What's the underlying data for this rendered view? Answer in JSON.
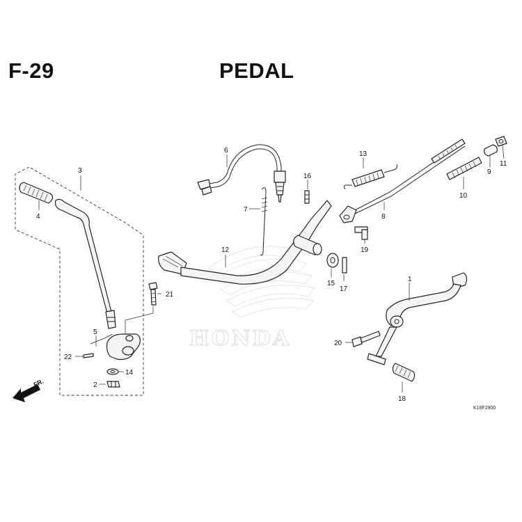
{
  "header": {
    "figure_code": "F-29",
    "title": "PEDAL"
  },
  "parts": [
    {
      "no": "1"
    },
    {
      "no": "2"
    },
    {
      "no": "3"
    },
    {
      "no": "4"
    },
    {
      "no": "5"
    },
    {
      "no": "6"
    },
    {
      "no": "7"
    },
    {
      "no": "8"
    },
    {
      "no": "9"
    },
    {
      "no": "10"
    },
    {
      "no": "11"
    },
    {
      "no": "12"
    },
    {
      "no": "13"
    },
    {
      "no": "14"
    },
    {
      "no": "15"
    },
    {
      "no": "16"
    },
    {
      "no": "17"
    },
    {
      "no": "18"
    },
    {
      "no": "19"
    },
    {
      "no": "20"
    },
    {
      "no": "21"
    },
    {
      "no": "22"
    }
  ],
  "front_indicator": "FR.",
  "watermark": "HONDA",
  "diagram_code": "K18F2900"
}
